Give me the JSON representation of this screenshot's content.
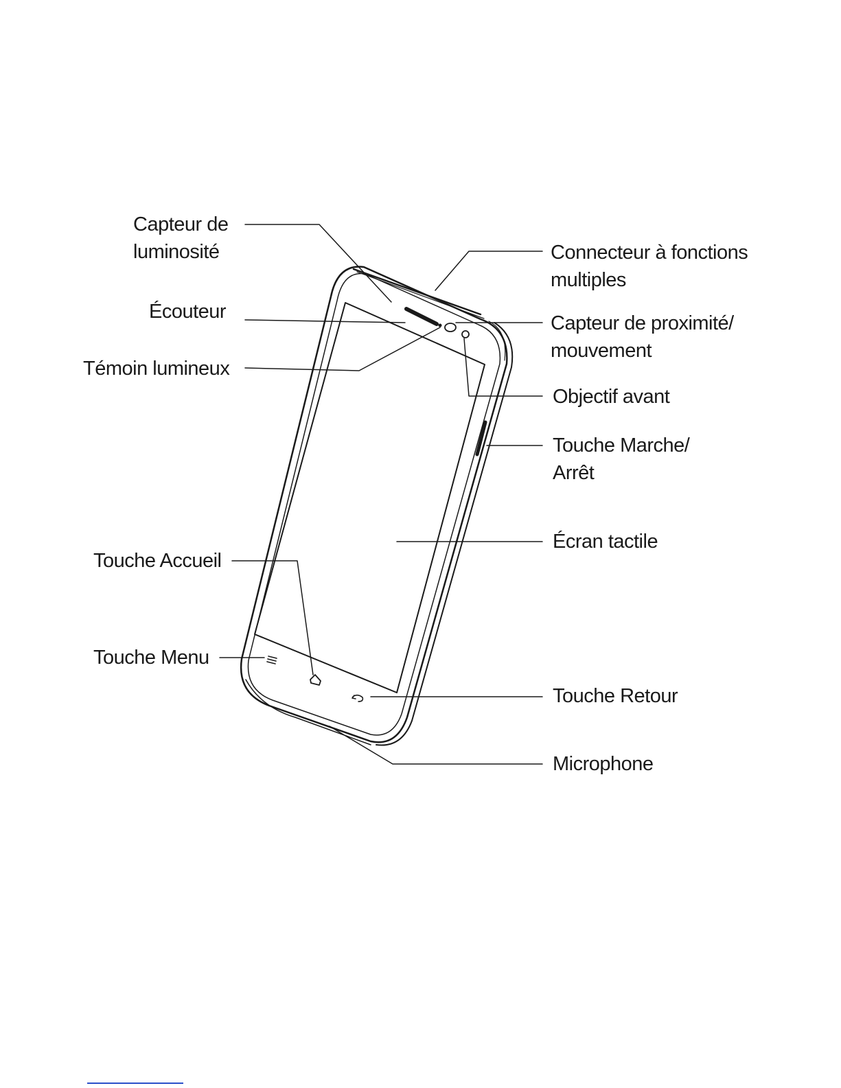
{
  "labels": {
    "light_sensor": [
      "Capteur de",
      "luminosité"
    ],
    "earpiece": [
      "Écouteur"
    ],
    "indicator": [
      "Témoin lumineux"
    ],
    "home_key": [
      "Touche Accueil"
    ],
    "menu_key": [
      "Touche Menu"
    ],
    "multi_connector": [
      "Connecteur à fonctions",
      "multiples"
    ],
    "proximity_sensor": [
      "Capteur de proximité/",
      "mouvement"
    ],
    "front_lens": [
      "Objectif avant"
    ],
    "power_key": [
      "Touche Marche/",
      "Arrêt"
    ],
    "touchscreen": [
      "Écran tactile"
    ],
    "back_key": [
      "Touche Retour"
    ],
    "microphone": [
      "Microphone"
    ]
  },
  "colors": {
    "line": "#1a1a1a",
    "background": "#ffffff",
    "bottom_rule": "#2a4fc9"
  }
}
